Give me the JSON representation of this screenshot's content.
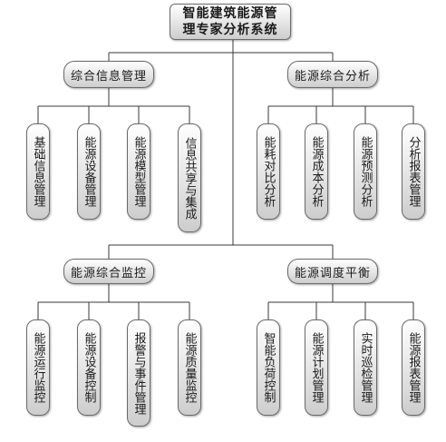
{
  "title": "智能建筑能源管\n理专家分析系统",
  "branches": {
    "info": {
      "label": "综合信息管理",
      "children": [
        "基础信息管理",
        "能源设备管理",
        "能源模型管理",
        "信息共享与集成"
      ]
    },
    "analysis": {
      "label": "能源综合分析",
      "children": [
        "能耗对比分析",
        "能源成本分析",
        "能源预测分析",
        "分析报表管理"
      ]
    },
    "monitor": {
      "label": "能源综合监控",
      "children": [
        "能源运行监控",
        "能源设备控制",
        "报警与事件管理",
        "能源质量监控"
      ]
    },
    "dispatch": {
      "label": "能源调度平衡",
      "children": [
        "智能负荷控制",
        "能源计划管理",
        "实时巡检管理",
        "能源报表管理"
      ]
    }
  }
}
